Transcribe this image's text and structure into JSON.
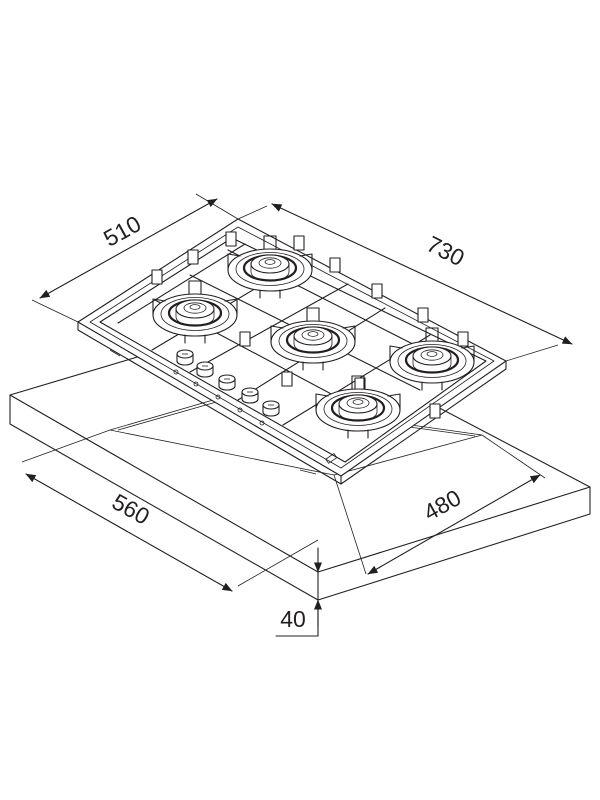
{
  "dimensions": {
    "hob_depth": "510",
    "hob_width": "730",
    "cutout_width": "560",
    "cutout_depth": "480",
    "min_thickness": "40"
  },
  "colors": {
    "line": "#231f20",
    "background": "#ffffff"
  }
}
